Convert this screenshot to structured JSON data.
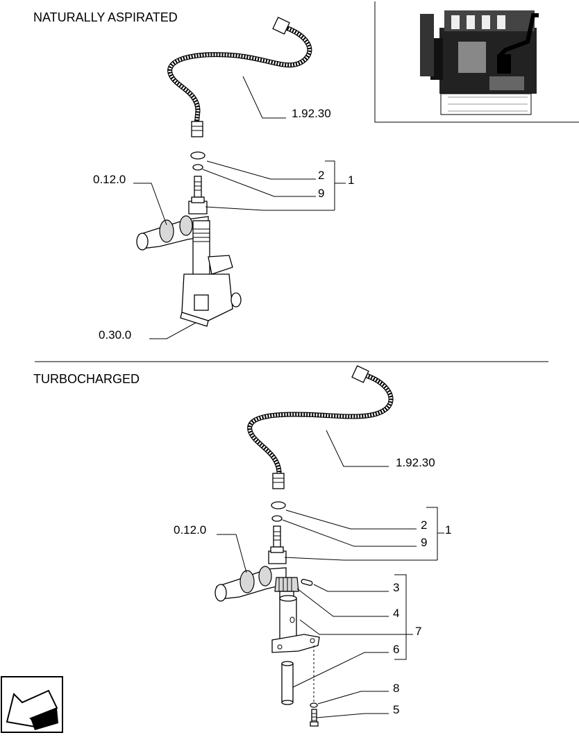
{
  "sections": {
    "top": {
      "title": "NATURALLY ASPIRATED",
      "callouts": {
        "hose_ref": "1.92.30",
        "camshaft_ref": "0.12.0",
        "block_ref": "0.30.0",
        "seal": "2",
        "washer": "9",
        "assembly": "1"
      }
    },
    "bottom": {
      "title": "TURBOCHARGED",
      "callouts": {
        "hose_ref": "1.92.30",
        "camshaft_ref": "0.12.0",
        "seal": "2",
        "washer": "9",
        "assembly": "1",
        "pin": "3",
        "gear": "4",
        "support_assembly": "7",
        "shaft": "6",
        "washer_small": "8",
        "screw": "5"
      }
    }
  },
  "navigation": {
    "back_arrow_icon": "arrow-back-icon"
  }
}
